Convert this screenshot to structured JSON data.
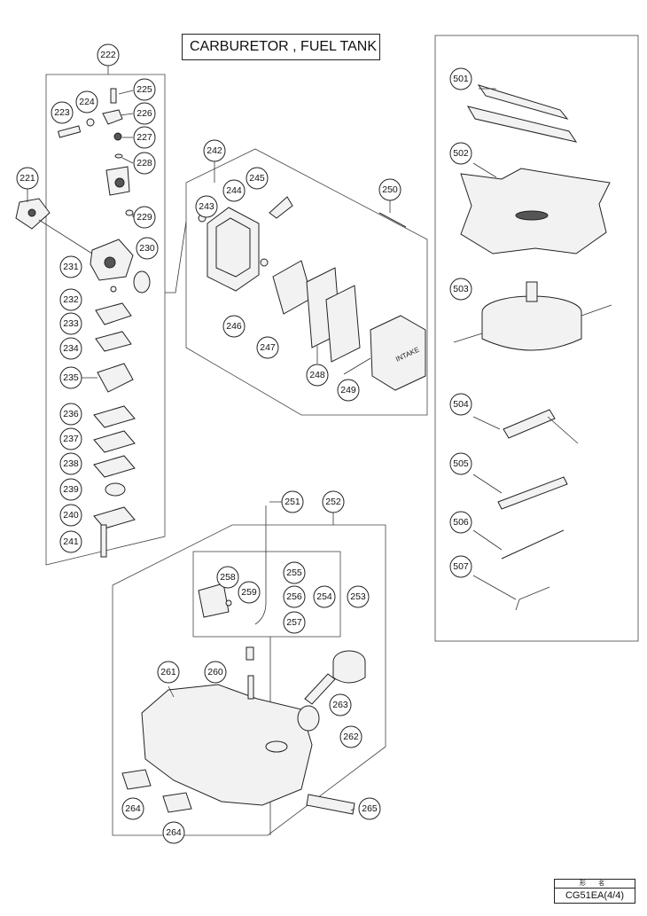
{
  "title": "CARBURETOR , FUEL TANK",
  "model": {
    "header": "形 名",
    "name": "CG51EA(4/4)"
  },
  "parts": [
    {
      "label": "221"
    },
    {
      "label": "222"
    },
    {
      "label": "223"
    },
    {
      "label": "224"
    },
    {
      "label": "225"
    },
    {
      "label": "226"
    },
    {
      "label": "227"
    },
    {
      "label": "228"
    },
    {
      "label": "229"
    },
    {
      "label": "230"
    },
    {
      "label": "231"
    },
    {
      "label": "232"
    },
    {
      "label": "233"
    },
    {
      "label": "234"
    },
    {
      "label": "235"
    },
    {
      "label": "236"
    },
    {
      "label": "237"
    },
    {
      "label": "238"
    },
    {
      "label": "239"
    },
    {
      "label": "240"
    },
    {
      "label": "241"
    },
    {
      "label": "242"
    },
    {
      "label": "243"
    },
    {
      "label": "244"
    },
    {
      "label": "245"
    },
    {
      "label": "246"
    },
    {
      "label": "247"
    },
    {
      "label": "248"
    },
    {
      "label": "249"
    },
    {
      "label": "250"
    },
    {
      "label": "251"
    },
    {
      "label": "252"
    },
    {
      "label": "253"
    },
    {
      "label": "254"
    },
    {
      "label": "255"
    },
    {
      "label": "256"
    },
    {
      "label": "257"
    },
    {
      "label": "258"
    },
    {
      "label": "259"
    },
    {
      "label": "260"
    },
    {
      "label": "261"
    },
    {
      "label": "262"
    },
    {
      "label": "263"
    },
    {
      "label": "264"
    },
    {
      "label": "264"
    },
    {
      "label": "265"
    },
    {
      "label": "501"
    },
    {
      "label": "502"
    },
    {
      "label": "503"
    },
    {
      "label": "504"
    },
    {
      "label": "505"
    },
    {
      "label": "506"
    },
    {
      "label": "507"
    }
  ],
  "intake_text": "INTAKE"
}
